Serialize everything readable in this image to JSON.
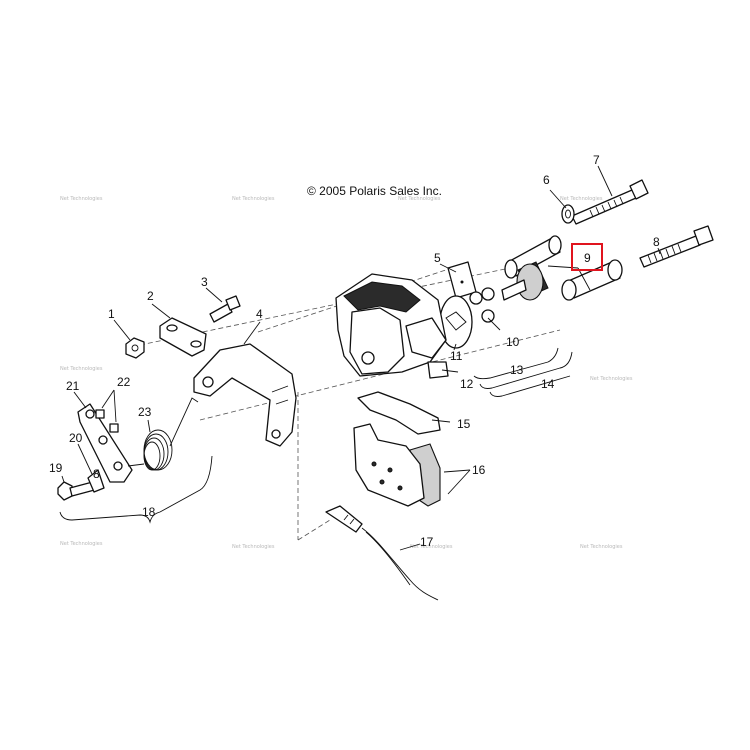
{
  "copyright": "© 2005 Polaris Sales Inc.",
  "watermark": "Net Technologies",
  "highlight_color": "#e0141e",
  "callouts": [
    "1",
    "2",
    "3",
    "4",
    "5",
    "6",
    "7",
    "8",
    "9",
    "10",
    "11",
    "12",
    "13",
    "14",
    "15",
    "16",
    "17",
    "18",
    "19",
    "20",
    "21",
    "22",
    "23",
    "8"
  ],
  "highlighted_callout": "9"
}
